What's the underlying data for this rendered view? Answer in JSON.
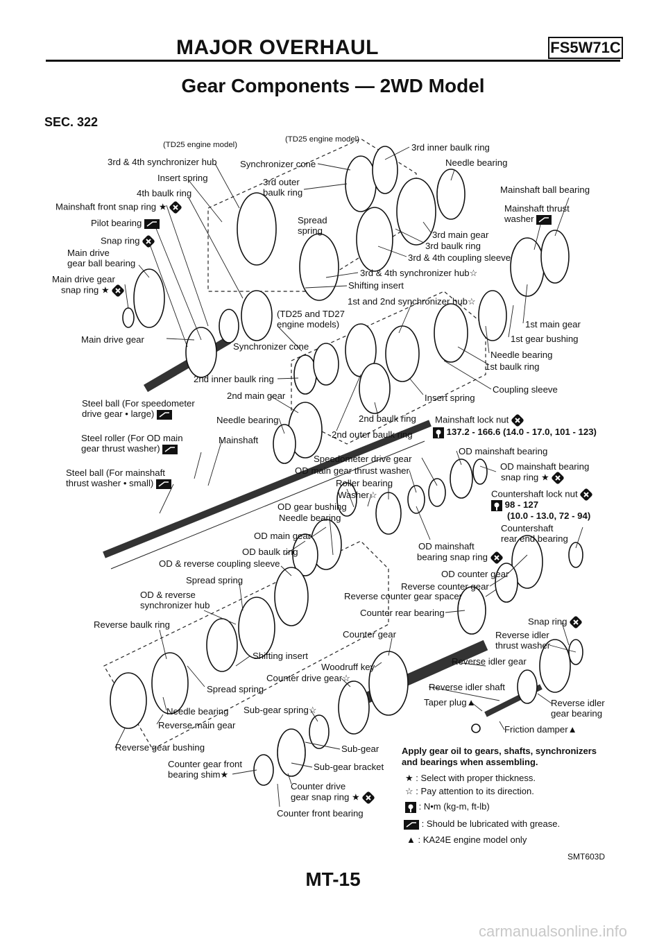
{
  "header": {
    "title": "MAJOR OVERHAUL",
    "code": "FS5W71C"
  },
  "section_title": "Gear Components — 2WD Model",
  "sec_no": "SEC. 322",
  "labels": {
    "td25_a": "(TD25 engine model)",
    "td25_b": "(TD25 engine model)",
    "sync_hub_34": "3rd & 4th synchronizer hub",
    "sync_cone_a": "Synchronizer cone",
    "inner_baulk_3": "3rd inner baulk ring",
    "needle_a": "Needle bearing",
    "insert_spring_a": "Insert spring",
    "outer_baulk_3_l1": "3rd outer",
    "outer_baulk_3_l2": "baulk ring",
    "baulk_4": "4th baulk ring",
    "ms_ball": "Mainshaft ball bearing",
    "ms_front_snap": "Mainshaft front snap ring",
    "ms_thrust_l1": "Mainshaft thrust",
    "ms_thrust_l2": "washer",
    "pilot": "Pilot bearing",
    "spread_l1": "Spread",
    "spread_l2": "spring",
    "main_gear_3": "3rd main gear",
    "snap_a": "Snap ring",
    "baulk_3": "3rd baulk ring",
    "main_drive_l1": "Main drive",
    "main_drive_l2": "gear ball bearing",
    "coupling_34": "3rd & 4th coupling sleeve",
    "sync_hub_34b": "3rd & 4th synchronizer hub",
    "md_snap_l1": "Main drive gear",
    "md_snap_l2": "snap ring",
    "shift_insert_a": "Shifting insert",
    "sync_hub_12": "1st and 2nd synchronizer hub",
    "td25_27_l1": "(TD25 and TD27",
    "td25_27_l2": "engine models)",
    "main_gear_1": "1st main gear",
    "main_drive_gear": "Main drive gear",
    "gear_bushing_1": "1st gear bushing",
    "sync_cone_b": "Synchronizer cone",
    "needle_b": "Needle bearing",
    "baulk_1": "1st baulk ring",
    "inner_baulk_2": "2nd inner baulk ring",
    "coupling_sleeve": "Coupling sleeve",
    "main_gear_2": "2nd main gear",
    "insert_spring_b": "Insert spring",
    "steel_ball_l1": "Steel ball (For speedometer",
    "steel_ball_l2": "drive gear • large)",
    "baulk_2": "2nd baulk ring",
    "ms_lock_nut": "Mainshaft lock nut",
    "needle_c": "Needle bearing",
    "outer_baulk_2": "2nd outer baulk ring",
    "torque_1": "137.2 - 166.6 (14.0 - 17.0, 101 - 123)",
    "mainshaft": "Mainshaft",
    "roller_l1": "Steel roller (For OD main",
    "roller_l2": "gear thrust washer)",
    "speedo_gear": "Speedometer drive gear",
    "od_ms_bearing": "OD mainshaft bearing",
    "od_thrust": "OD main gear thrust washer",
    "od_ms_snap_l1": "OD mainshaft bearing",
    "od_ms_snap_l2": "snap ring",
    "sball_l1": "Steel ball (For mainshaft",
    "sball_l2": "thrust washer • small)",
    "roller_bearing": "Roller bearing",
    "washer": "Washer",
    "cs_lock_nut": "Countershaft lock nut",
    "od_gear_bushing": "OD gear bushing",
    "torque_2a": "98 - 127",
    "torque_2b": "(10.0 - 13.0, 72 - 94)",
    "needle_d": "Needle bearing",
    "cs_rear_l1": "Countershaft",
    "cs_rear_l2": "rear end bearing",
    "od_main_gear": "OD main gear",
    "od_baulk": "OD baulk ring",
    "od_ms_bsnap_l1": "OD mainshaft",
    "od_ms_bsnap_l2": "bearing snap ring",
    "od_rev_sleeve": "OD & reverse coupling sleeve",
    "od_counter": "OD counter gear",
    "spread_c": "Spread spring",
    "rev_counter": "Reverse counter gear",
    "od_rev_hub_l1": "OD & reverse",
    "od_rev_hub_l2": "synchronizer hub",
    "rev_spacer": "Reverse counter gear spacer",
    "counter_rear": "Counter rear bearing",
    "rev_baulk": "Reverse baulk ring",
    "snap_b": "Snap ring",
    "counter_gear": "Counter gear",
    "rev_idler_tw_l1": "Reverse idler",
    "rev_idler_tw_l2": "thrust washer",
    "shift_insert_b": "Shifting insert",
    "woodruff": "Woodruff key",
    "rev_idler_gear": "Reverse idler gear",
    "counter_drive": "Counter drive gear",
    "spread_d": "Spread spring",
    "rev_idler_shaft": "Reverse idler shaft",
    "taper_plug": "Taper plug",
    "rev_idler_gb_l1": "Reverse idler",
    "rev_idler_gb_l2": "gear bearing",
    "needle_e": "Needle bearing",
    "sub_gear_spring": "Sub-gear spring",
    "rev_main": "Reverse main gear",
    "friction_damper": "Friction damper",
    "rev_bushing": "Reverse gear bushing",
    "sub_gear": "Sub-gear",
    "cg_front_shim_l1": "Counter gear front",
    "cg_front_shim_l2": "bearing shim",
    "sub_gear_bracket": "Sub-gear bracket",
    "cd_snap_l1": "Counter drive",
    "cd_snap_l2": "gear snap ring",
    "counter_front": "Counter front bearing"
  },
  "legend": {
    "note_l1": "Apply gear oil to gears, shafts, synchronizers",
    "note_l2": "and bearings when assembling.",
    "items": [
      {
        "symbol": "★",
        "text": ": Select with proper thickness."
      },
      {
        "symbol": "☆",
        "text": ": Pay attention to its direction."
      },
      {
        "symbol": "torque",
        "text": ": N•m (kg-m, ft-lb)"
      },
      {
        "symbol": "grease",
        "text": ": Should be lubricated with grease."
      },
      {
        "symbol": "▲",
        "text": ": KA24E engine model only"
      }
    ]
  },
  "figure_code": "SMT603D",
  "page_number": "MT-15",
  "watermark": "carmanualsonline.info",
  "icons": [
    "replace-x-icon",
    "torque-wrench-icon",
    "grease-icon"
  ]
}
